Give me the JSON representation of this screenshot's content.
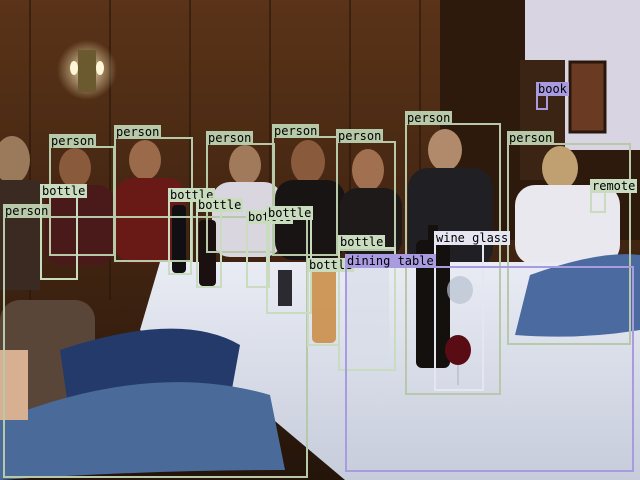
{
  "colors": {
    "person": "#b7c9a8",
    "bottle": "#c9dcc0",
    "wine_glass": "#e6e6f2",
    "dining_table": "#a99be0",
    "book": "#a99be0",
    "remote": "#c9dcc0"
  },
  "detections": [
    {
      "label": "person"
    },
    {
      "label": "person"
    },
    {
      "label": "person"
    },
    {
      "label": "person"
    },
    {
      "label": "person"
    },
    {
      "label": "person"
    },
    {
      "label": "person"
    },
    {
      "label": "person"
    },
    {
      "label": "bottle"
    },
    {
      "label": "bottle"
    },
    {
      "label": "bottle"
    },
    {
      "label": "bottle"
    },
    {
      "label": "bottle"
    },
    {
      "label": "bottle"
    },
    {
      "label": "bottle"
    },
    {
      "label": "wine glass"
    },
    {
      "label": "dining table"
    },
    {
      "label": "book"
    },
    {
      "label": "remote"
    }
  ]
}
